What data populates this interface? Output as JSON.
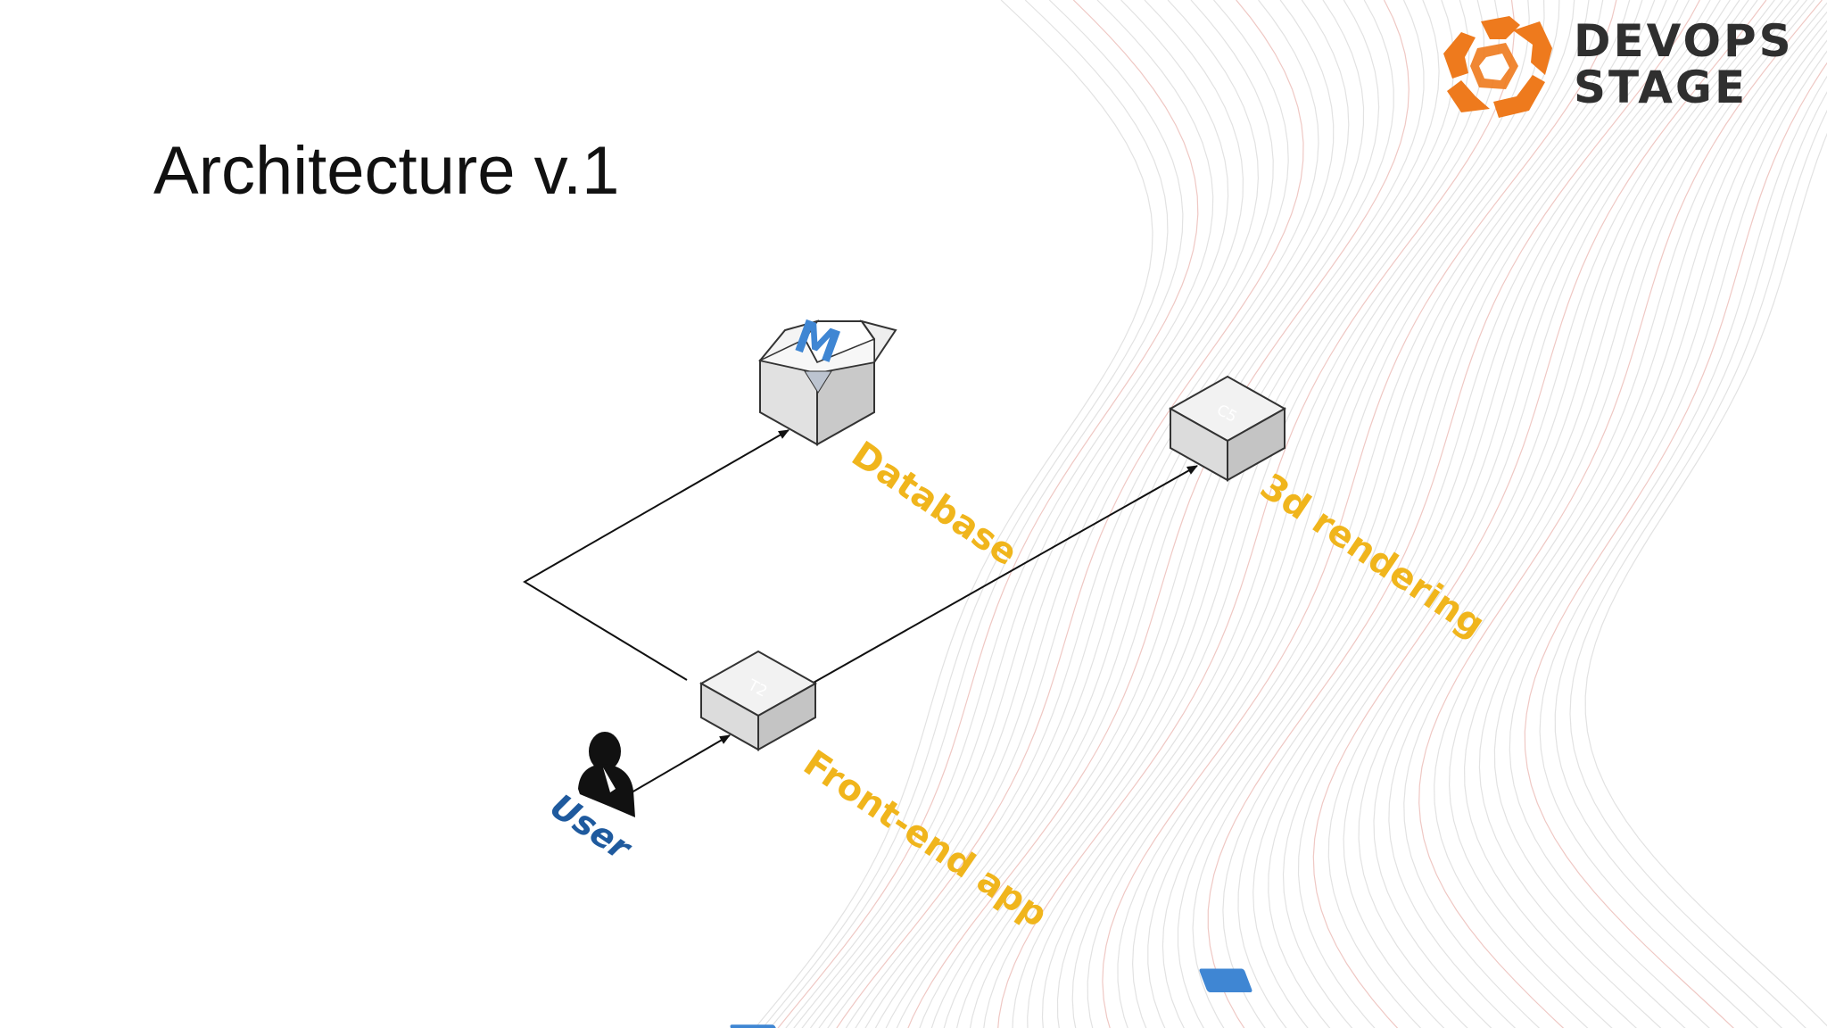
{
  "slide": {
    "title": "Architecture v.1"
  },
  "logo": {
    "line1": "DEVOPS",
    "line2": "STAGE",
    "accent_color": "#ee7a1d"
  },
  "diagram": {
    "label_color": "#f0b51c",
    "user_color": "#1f5a9e",
    "chip_color": "#3f86d3",
    "nodes": {
      "database": {
        "label": "Database",
        "badge": "M"
      },
      "rendering": {
        "label": "3d rendering",
        "badge": "C5"
      },
      "frontend": {
        "label": "Front-end app",
        "badge": "T2"
      },
      "user": {
        "label": "User"
      }
    }
  }
}
